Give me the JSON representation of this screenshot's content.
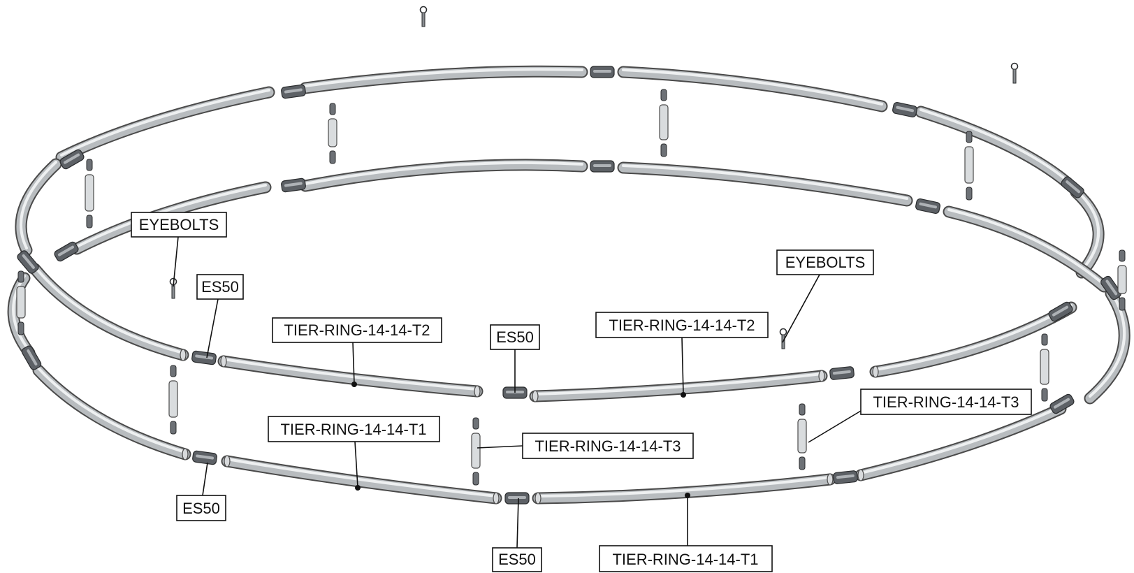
{
  "diagram": {
    "labels": {
      "eyebolts_left": "EYEBOLTS",
      "eyebolts_right": "EYEBOLTS",
      "es50_upper_left": "ES50",
      "es50_upper_center": "ES50",
      "es50_lower_left": "ES50",
      "es50_lower_center": "ES50",
      "t2_left": "TIER-RING-14-14-T2",
      "t2_right": "TIER-RING-14-14-T2",
      "t1_left": "TIER-RING-14-14-T1",
      "t1_right": "TIER-RING-14-14-T1",
      "t3_center": "TIER-RING-14-14-T3",
      "t3_right": "TIER-RING-14-14-T3"
    },
    "colors": {
      "tube_body": "#b8bcbf",
      "tube_edge": "#4a4a4a",
      "tube_highlight": "#eef0f1",
      "coupler": "#5d6166",
      "callout_border": "#111111"
    }
  }
}
